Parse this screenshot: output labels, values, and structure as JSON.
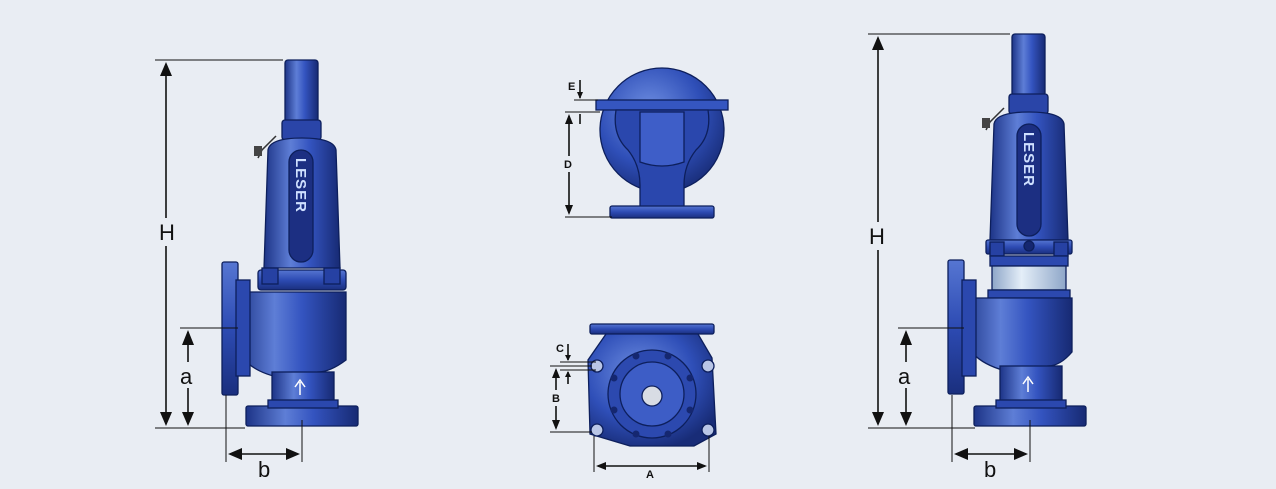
{
  "labels": {
    "height": "H",
    "inlet_height": "a",
    "outlet_offset": "b",
    "A": "A",
    "B": "B",
    "C": "C",
    "D": "D",
    "E": "E"
  },
  "brand_text": "LESER",
  "colors": {
    "background": "#e9edf3",
    "valve_blue": "#2f4fb8",
    "valve_light": "#6e8ee0",
    "valve_dark": "#1a2f7e",
    "line": "#111111"
  }
}
